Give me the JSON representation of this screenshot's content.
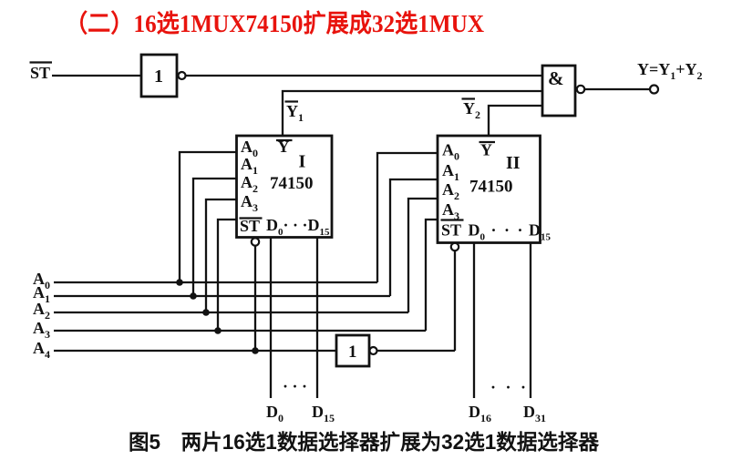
{
  "title": "（二）16选1MUX74150扩展成32选1MUX",
  "caption": "图5　两片16选1数据选择器扩展为32选1数据选择器",
  "colors": {
    "title": "#e8130d",
    "ink": "#121212",
    "background": "#ffffff"
  },
  "inputs": {
    "enable": {
      "base": "ST",
      "overline": true
    },
    "address": [
      {
        "base": "A",
        "sub": "0"
      },
      {
        "base": "A",
        "sub": "1"
      },
      {
        "base": "A",
        "sub": "2"
      },
      {
        "base": "A",
        "sub": "3"
      },
      {
        "base": "A",
        "sub": "4"
      }
    ]
  },
  "gates": {
    "enable_inverter": {
      "label": "1"
    },
    "a4_inverter": {
      "label": "1"
    },
    "output_and": {
      "label": "&"
    }
  },
  "nets": {
    "y1": {
      "base": "Y",
      "sub": "1",
      "overline": true
    },
    "y2": {
      "base": "Y",
      "sub": "2",
      "overline": true
    }
  },
  "output": {
    "pre": "Y=Y",
    "sub1": "1",
    "mid": "+Y",
    "sub2": "2"
  },
  "chips": [
    {
      "designator": "I",
      "part": "74150",
      "pins": {
        "a0": {
          "base": "A",
          "sub": "0"
        },
        "a1": {
          "base": "A",
          "sub": "1"
        },
        "a2": {
          "base": "A",
          "sub": "2"
        },
        "a3": {
          "base": "A",
          "sub": "3"
        },
        "st": {
          "base": "ST",
          "overline": true
        },
        "y": {
          "base": "Y",
          "overline": true
        },
        "data": {
          "base": "D",
          "from": "0",
          "dots": "· · ·",
          "to": "15"
        }
      }
    },
    {
      "designator": "II",
      "part": "74150",
      "pins": {
        "a0": {
          "base": "A",
          "sub": "0"
        },
        "a1": {
          "base": "A",
          "sub": "1"
        },
        "a2": {
          "base": "A",
          "sub": "2"
        },
        "a3": {
          "base": "A",
          "sub": "3"
        },
        "st": {
          "base": "ST",
          "overline": true
        },
        "y": {
          "base": "Y",
          "overline": true
        },
        "data": {
          "base": "D",
          "from": "0",
          "dots": "· · ·",
          "to": "15"
        }
      }
    }
  ],
  "data_inputs": {
    "chip1": {
      "first": {
        "base": "D",
        "sub": "0"
      },
      "dots": "· · ·",
      "last": {
        "base": "D",
        "sub": "15"
      }
    },
    "chip2": {
      "first": {
        "base": "D",
        "sub": "16"
      },
      "dots": "· · ·",
      "last": {
        "base": "D",
        "sub": "31"
      }
    }
  }
}
